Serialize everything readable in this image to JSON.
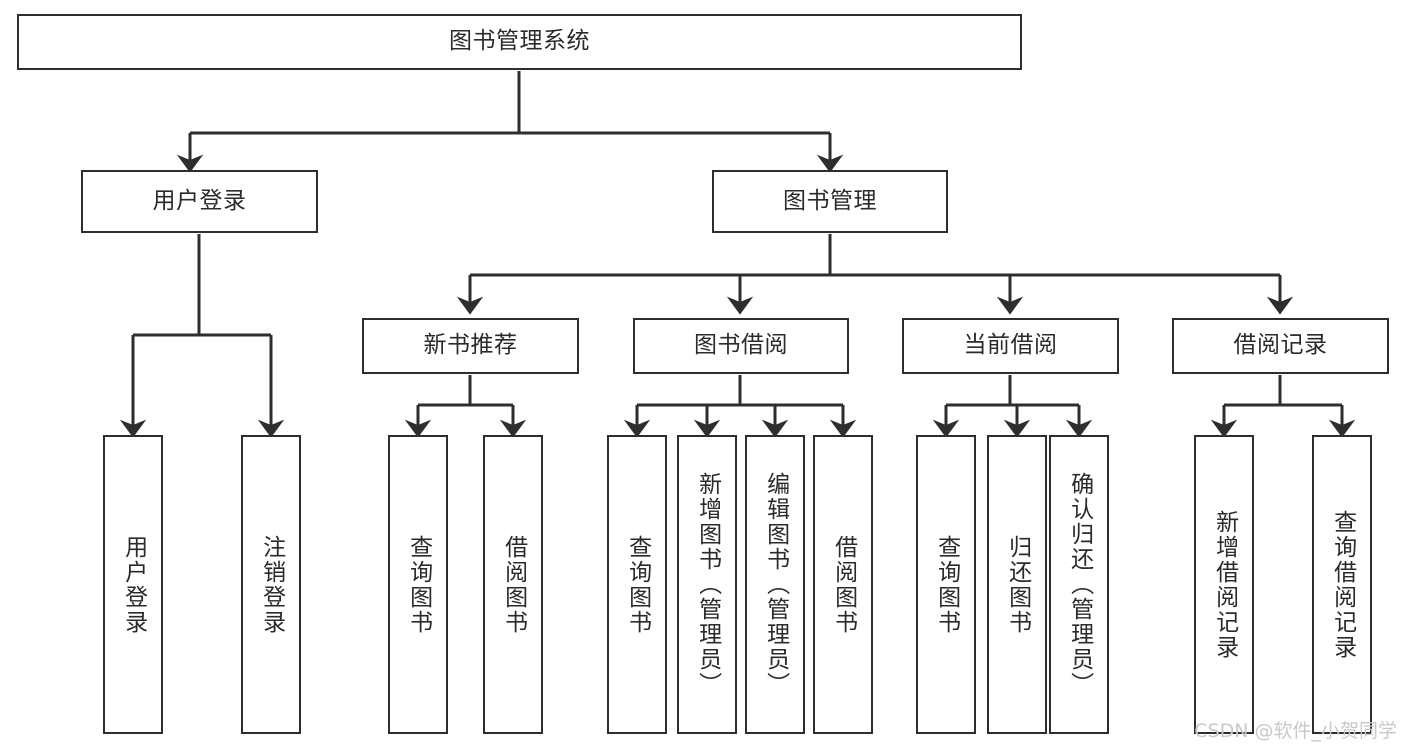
{
  "diagram": {
    "title": "图书管理系统",
    "type": "hierarchy-tree",
    "background_color": "#ffffff",
    "box_border_color": "#2e2e2e",
    "text_color": "#2b2b2b",
    "connector_color": "#2e2e2e"
  },
  "nodes": {
    "root": {
      "label": "图书管理系统",
      "level": 1
    },
    "l2": [
      {
        "label": "用户登录",
        "level": 2
      },
      {
        "label": "图书管理",
        "level": 2
      }
    ],
    "l3": [
      {
        "label": "新书推荐",
        "level": 3
      },
      {
        "label": "图书借阅",
        "level": 3
      },
      {
        "label": "当前借阅",
        "level": 3
      },
      {
        "label": "借阅记录",
        "level": 3
      }
    ],
    "leaves_user_login": [
      {
        "label": "用户登录",
        "level": 3
      },
      {
        "label": "注销登录",
        "level": 3
      }
    ],
    "leaves_new_book": [
      {
        "label": "查询图书",
        "level": 4
      },
      {
        "label": "借阅图书",
        "level": 4
      }
    ],
    "leaves_borrow": [
      {
        "label": "查询图书",
        "level": 4
      },
      {
        "label": "新增图书（管理员）",
        "level": 4
      },
      {
        "label": "编辑图书（管理员）",
        "level": 4
      },
      {
        "label": "借阅图书",
        "level": 4
      }
    ],
    "leaves_current": [
      {
        "label": "查询图书",
        "level": 4
      },
      {
        "label": "归还图书",
        "level": 4
      },
      {
        "label": "确认归还（管理员）",
        "level": 4
      }
    ],
    "leaves_records": [
      {
        "label": "新增借阅记录",
        "level": 4
      },
      {
        "label": "查询借阅记录",
        "level": 4
      }
    ]
  },
  "watermark": {
    "text": "CSDN @软件_小贺同学",
    "color": "#c9c9c9"
  }
}
